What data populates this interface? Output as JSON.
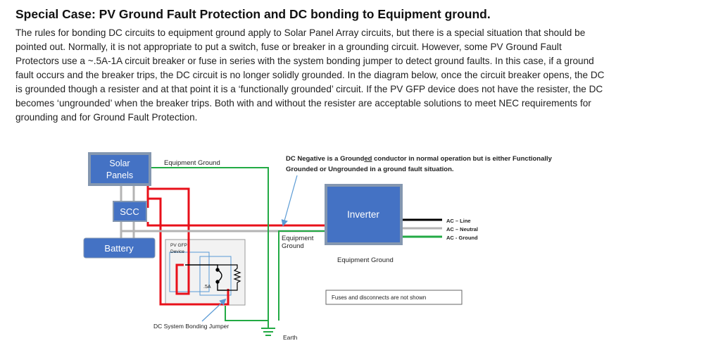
{
  "document": {
    "title": "Special Case: PV Ground Fault Protection and DC bonding to Equipment ground.",
    "paragraph_lines": [
      "The rules for bonding DC circuits to equipment ground apply to Solar Panel Array circuits, but there is a special situation that should be",
      "pointed out.   Normally,  it is not appropriate to put a switch, fuse or breaker in a grounding circuit.  However, some PV Ground Fault",
      "Protectors use a ~.5A-1A circuit breaker or fuse in series with the system bonding jumper to detect ground faults.   In this case, if a ground",
      "fault occurs and the breaker trips, the DC circuit is no longer solidly grounded.   In the diagram below, once the circuit breaker opens,  the DC",
      "is grounded though a resister and at that point it is a ‘functionally grounded’ circuit.   If the PV GFP device does not have the resister, the DC",
      "becomes ‘ungrounded’ when the breaker trips.    Both with and without the resister are acceptable solutions to meet NEC requirements for",
      "grounding and for Ground Fault Protection."
    ]
  },
  "diagram": {
    "solar_line1": "Solar",
    "solar_line2": "Panels",
    "scc": "SCC",
    "battery": "Battery",
    "inverter": "Inverter",
    "equipment_ground_top": "Equipment Ground",
    "equipment_ground_mid_line1": "Equipment",
    "equipment_ground_mid_line2": "Ground",
    "equipment_ground_low": "Equipment Ground",
    "note_line1_pre": "DC Negative is a Ground",
    "note_line1_ul": "ed",
    "note_line1_post": " conductor in normal operation but is either Functionally",
    "note_line2": "Grounded or Ungrounded in a ground fault situation.",
    "pv_gfp_line1": "PV GFP",
    "pv_gfp_line2": "Device",
    "breaker_rating": ".5A",
    "ac_line": "AC – Line",
    "ac_neutral": "AC – Neutral",
    "ac_ground": "AC - Ground",
    "fuses_note": "Fuses and disconnects are not shown",
    "bonding_jumper": "DC System Bonding Jumper",
    "earth": "Earth",
    "colors": {
      "box_fill": "#4472C4",
      "box_edge": "#8497B0",
      "positive": "#E8101A",
      "negative": "#B4B4B4",
      "ground": "#22AA44",
      "ac_line": "#000000",
      "leader": "#5B9BD5"
    }
  }
}
